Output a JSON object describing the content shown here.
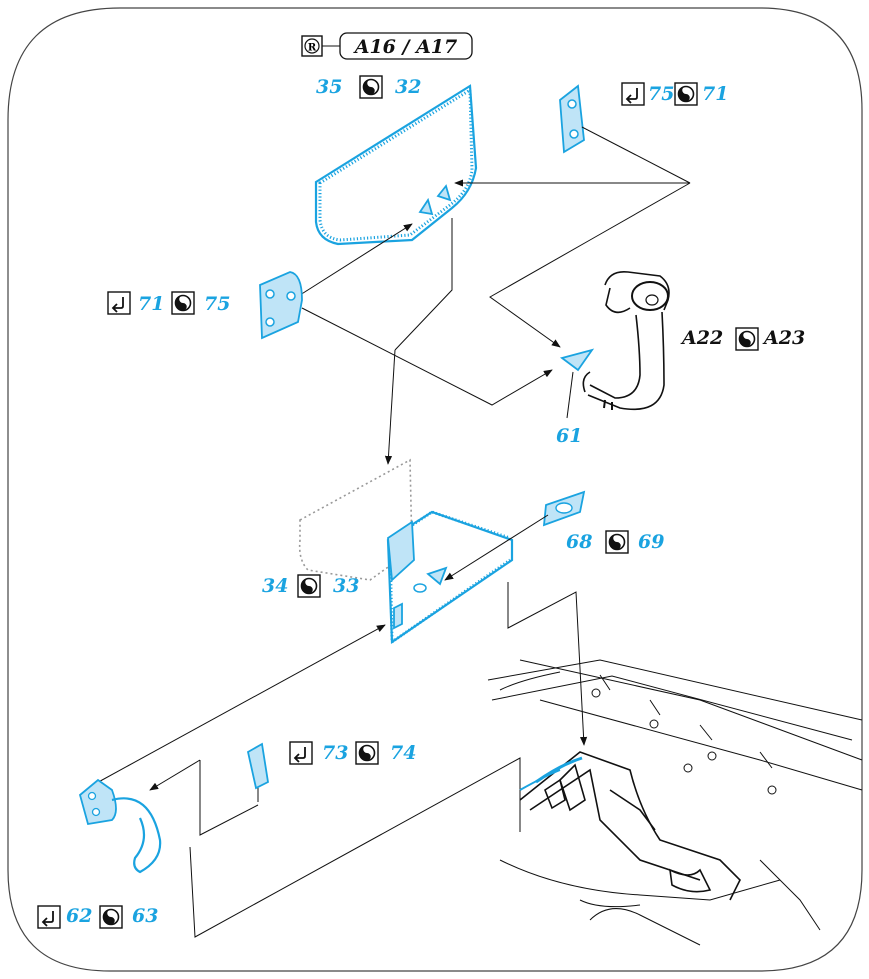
{
  "header": {
    "resin_badge": "R",
    "title": "A16 / A17"
  },
  "icons": {
    "fold": "fold-icon",
    "mirror": "yin-yang-mirror-icon"
  },
  "colors": {
    "etch_parts": "#1aa3e0",
    "plastic_parts": "#111111",
    "frame": "#444444"
  },
  "callouts": {
    "c3532": {
      "left": "35",
      "right": "32"
    },
    "c7571": {
      "left": "75",
      "right": "71"
    },
    "c7175": {
      "left": "71",
      "right": "75"
    },
    "cA22": {
      "left": "A22",
      "right": "A23"
    },
    "c61": {
      "left": "61"
    },
    "c6869": {
      "left": "68",
      "right": "69"
    },
    "c3433": {
      "left": "34",
      "right": "33"
    },
    "c7374": {
      "left": "73",
      "right": "74"
    },
    "c6263": {
      "left": "62",
      "right": "63"
    }
  }
}
